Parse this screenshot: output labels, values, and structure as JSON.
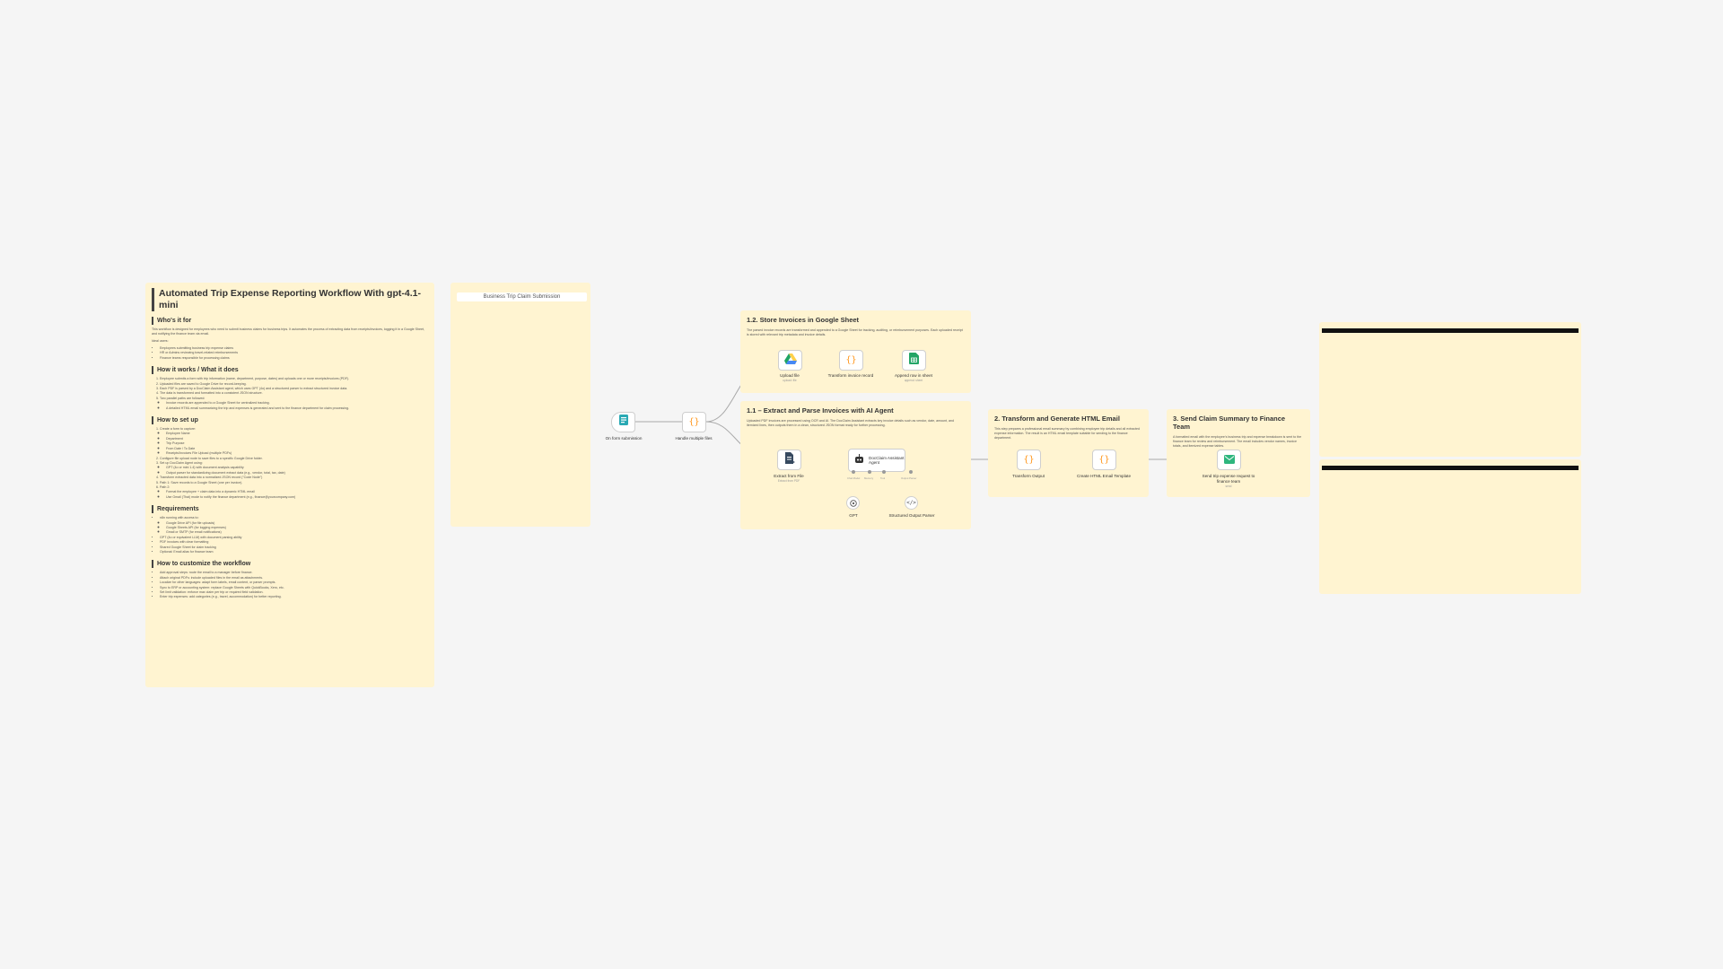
{
  "main_note": {
    "title": "Automated Trip Expense Reporting Workflow With gpt-4.1-mini",
    "sections": [
      {
        "heading": "Who's it for",
        "paragraphs": [
          "This workflow is designed for employees who need to submit business claims for business trips. It automates the process of extracting data from receipts/invoices, logging it in a Google Sheet, and notifying the finance team via email.",
          "Ideal users:"
        ],
        "bullets": [
          "Employees submitting business trip expense claims",
          "HR or Admins reviewing travel-related reimbursements",
          "Finance teams responsible for processing claims"
        ]
      },
      {
        "heading": "How it works / What it does",
        "steps": [
          "Employee submits a form with trip information (name, department, purpose, dates) and uploads one or more receipts/invoices (PDF).",
          "Uploaded files are saved to Google Drive for record-keeping.",
          "Each PDF is parsed by a DocClaim Assistant agent, which uses GPT (4o) and a structured parser to extract structured invoice data.",
          "The data is transformed and formatted into a consistent JSON structure.",
          "Two parallel paths are followed:",
          "Invoice records are appended to a Google Sheet for centralized tracking.",
          "A detailed HTML email summarizing the trip and expenses is generated and sent to the finance department for claim processing."
        ]
      },
      {
        "heading": "How to set up",
        "steps": [
          "Create a form to capture:",
          "Employee Name",
          "Department",
          "Trip Purpose",
          "From Date / To Date",
          "Receipts/Invoices File Upload (multiple PDFs)",
          "Configure file upload node to save files to a specific Google Drive folder.",
          "Set up DocClaim Agent using:",
          "GPT (4o or mini 1.4) with document analysis capability",
          "Output parser for standardizing document extract data (e.g., vendor, total, tax, date)",
          "Transform extracted data into a normalized JSON record (\"Code Node\")",
          "Path 1: Save records to a Google Sheet (one per invoice).",
          "Path 2:",
          "Format the employee + claim data into a dynamic HTML email",
          "Use Gmail (Thai) mode to notify the finance department (e.g., finance@yourcompany.com)"
        ]
      },
      {
        "heading": "Requirements",
        "bullets": [
          "n8n running with access to:",
          "Google Drive API (for file uploads)",
          "Google Sheets API (for logging expenses)",
          "Gmail or SMTP (for email notifications)",
          "GPT (4o or equivalent LLM) with document parsing ability",
          "PDF invoices with clear formatting",
          "Shared Google Sheet for claim tracking",
          "Optional: Email alias for finance team"
        ]
      },
      {
        "heading": "How to customize the workflow",
        "bullets": [
          "Add approval steps: route the email to a manager before finance.",
          "Attach original PDFs: include uploaded files in the email as attachments.",
          "Localize for other languages: adapt form labels, email content, or parser prompts.",
          "Sync to ERP or accounting system: replace Google Sheets with QuickBooks, Xero, etc.",
          "Set limit validation: enforce max claim per trip or required field validation.",
          "Enter trip expenses: add categories (e.g., travel, accommodation) for better reporting."
        ]
      }
    ]
  },
  "form_note": {
    "label": "Business Trip Claim Submission"
  },
  "section_notes": [
    {
      "id": "store",
      "title": "1.2. Store Invoices in Google Sheet",
      "description": "The parsed invoice records are transformed and appended to a Google Sheet for tracking, auditing, or reimbursement purposes. Each uploaded receipt is stored with relevant trip metadata and invoice details."
    },
    {
      "id": "extract",
      "title": "1.1 – Extract and Parse Invoices with AI Agent",
      "description": "Uploaded PDF invoices are processed using OCR and AI. The DocClaim Assistant extracts key invoice details such as vendor, date, amount, and itemized lines, then outputs them in a clean, structured JSON format ready for further processing."
    },
    {
      "id": "transform",
      "title": "2. Transform and Generate HTML Email",
      "description": "This step prepares a professional email summary by combining employee trip details and all extracted expense information. The result is an HTML email template suitable for sending to the finance department."
    },
    {
      "id": "send",
      "title": "3. Send Claim Summary to Finance Team",
      "description": "A formatted email with the employee's business trip and expense breakdown is sent to the finance team for review and reimbursement. The email includes vendor names, invoice totals, and itemized expense tables."
    }
  ],
  "nodes": {
    "on_form_submission": {
      "label": "On form submission"
    },
    "handle_multiple_files": {
      "label": "Handle multiple files"
    },
    "upload_file": {
      "label": "Upload file",
      "sub": "upload: file"
    },
    "transform_invoice_record": {
      "label": "Transform invoice record"
    },
    "append_row": {
      "label": "Append row in sheet",
      "sub": "append: sheet"
    },
    "extract_from_file": {
      "label": "Extract from File",
      "sub": "Extract from PDF"
    },
    "docclaim_agent": {
      "label": "DocClaim Assistant Agent"
    },
    "gpt": {
      "label": "GPT"
    },
    "structured_output_parser": {
      "label": "Structured Output Parser"
    },
    "transform_output": {
      "label": "Transform Output"
    },
    "create_html_email": {
      "label": "Create HTML Email Template"
    },
    "send_trip_expense": {
      "label": "Send trip expense request to finance team",
      "sub": "send"
    }
  },
  "agent_ports": {
    "chat_model": "Chat Model",
    "memory": "Memory",
    "tool": "Tool",
    "output_parser": "Output Parser"
  },
  "colors": {
    "canvas": "#f5f5f5",
    "sticky_note": "#fff4d1",
    "google_drive_green": "#1fa463",
    "google_drive_yellow": "#ffd04b",
    "google_drive_blue": "#4688f4",
    "sheets_green": "#23a566",
    "form_teal": "#29a9b4",
    "code_orange": "#ff9922",
    "gmail_green": "#2eb67d"
  },
  "icons": {
    "on_form_submission": "form-icon",
    "handle_multiple_files": "code-icon",
    "upload_file": "google-drive-icon",
    "transform_invoice_record": "code-icon",
    "append_row": "google-sheets-icon",
    "extract_from_file": "file-extract-icon",
    "docclaim_agent": "robot-icon",
    "gpt": "openai-icon",
    "structured_output_parser": "code-brackets-icon",
    "transform_output": "code-icon",
    "create_html_email": "code-icon",
    "send_trip_expense": "email-icon"
  }
}
